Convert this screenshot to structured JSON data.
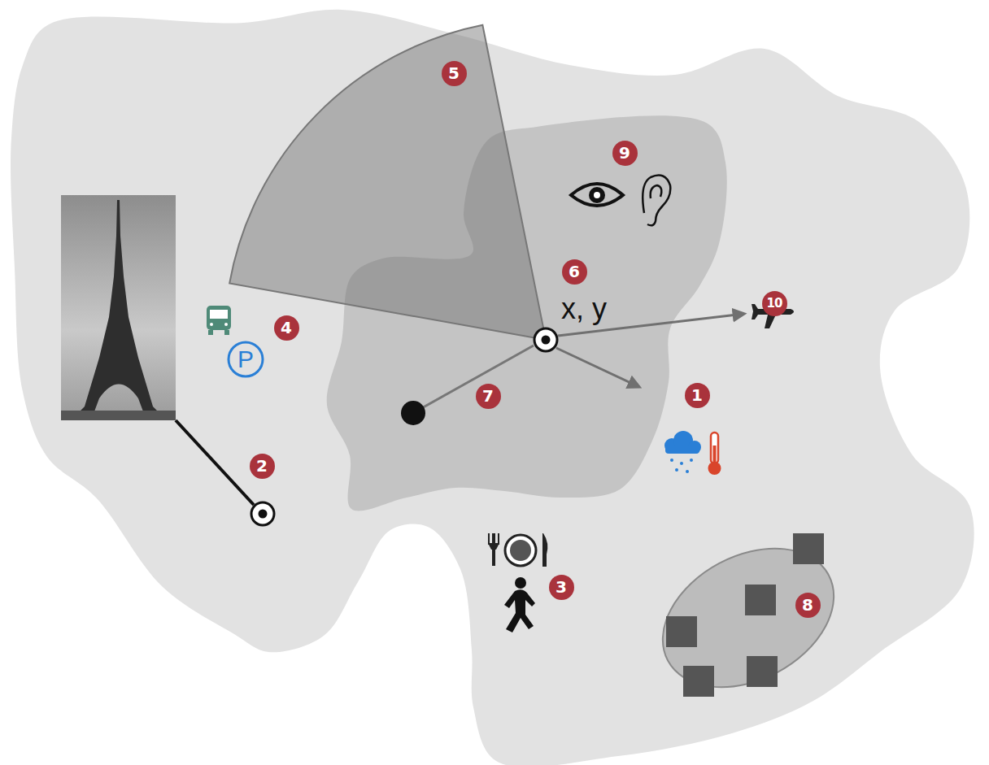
{
  "diagram": {
    "labels": [
      "5",
      "9",
      "6",
      "x, y",
      "4",
      "P",
      "10",
      "7",
      "1",
      "2",
      "3",
      "8"
    ]
  }
}
